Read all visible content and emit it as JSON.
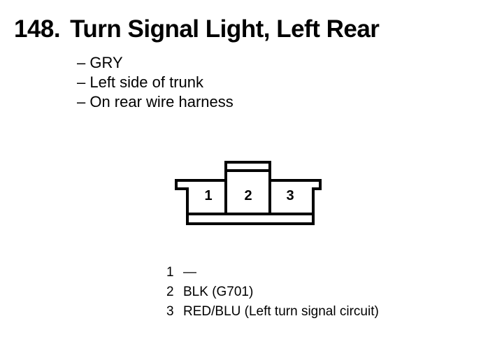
{
  "header": {
    "number": "148.",
    "title": "Turn Signal Light, Left Rear"
  },
  "details": [
    "– GRY",
    "– Left side of trunk",
    "– On rear wire harness"
  ],
  "connector": {
    "cavities": [
      "1",
      "2",
      "3"
    ]
  },
  "pins": [
    {
      "pin": "1",
      "desc": "—"
    },
    {
      "pin": "2",
      "desc": "BLK (G701)"
    },
    {
      "pin": "3",
      "desc": "RED/BLU (Left turn signal circuit)"
    }
  ]
}
